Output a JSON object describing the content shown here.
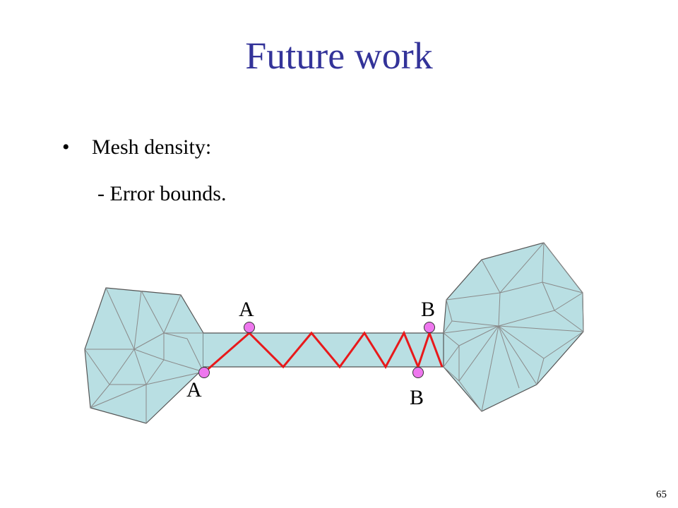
{
  "slide": {
    "title": "Future work",
    "bullet_symbol": "•",
    "bullet_text": "Mesh density:",
    "sub_text": "- Error bounds.",
    "page_number": "65"
  },
  "diagram": {
    "labels": {
      "a_top": "A",
      "a_bottom": "A",
      "b_top": "B",
      "b_bottom": "B"
    },
    "colors": {
      "mesh_fill": "#b9dfe3",
      "mesh_edge": "#8a8a8a",
      "outline": "#555555",
      "zigzag": "#e8191b",
      "endpoint_fill": "#ee77ee"
    }
  }
}
